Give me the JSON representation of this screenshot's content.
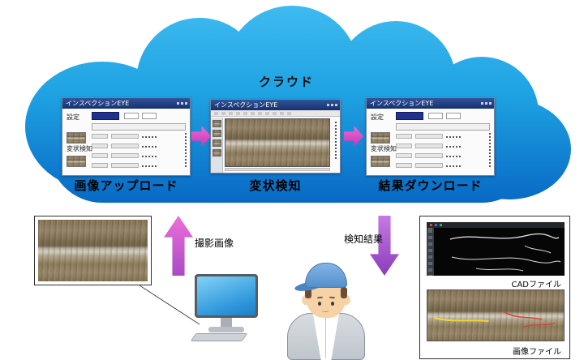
{
  "diagram": {
    "cloud_title": "クラウド"
  },
  "windows": [
    {
      "title": "インスペクションEYE",
      "caption": "画像アップロード",
      "settings_label": "設定",
      "detection_label": "変状検知"
    },
    {
      "title": "インスペクションEYE",
      "caption": "変状検知"
    },
    {
      "title": "インスペクションEYE",
      "caption": "結果ダウンロード",
      "settings_label": "設定",
      "detection_label": "変状検知"
    }
  ],
  "labels": {
    "upload_arrow": "撮影画像",
    "download_arrow": "検知結果",
    "cad_file": "CADファイル",
    "image_file": "画像ファイル"
  },
  "colors": {
    "cloud_top": "#3fbbf0",
    "cloud_bottom": "#0767c3",
    "arrow_magenta": "#d83fc0",
    "arrow_purple": "#9a4ac8",
    "titlebar_navy": "#1c3a78"
  },
  "icons": {
    "cloud": "cloud-shape",
    "monitor": "desktop-computer",
    "person": "worker-with-cap"
  }
}
